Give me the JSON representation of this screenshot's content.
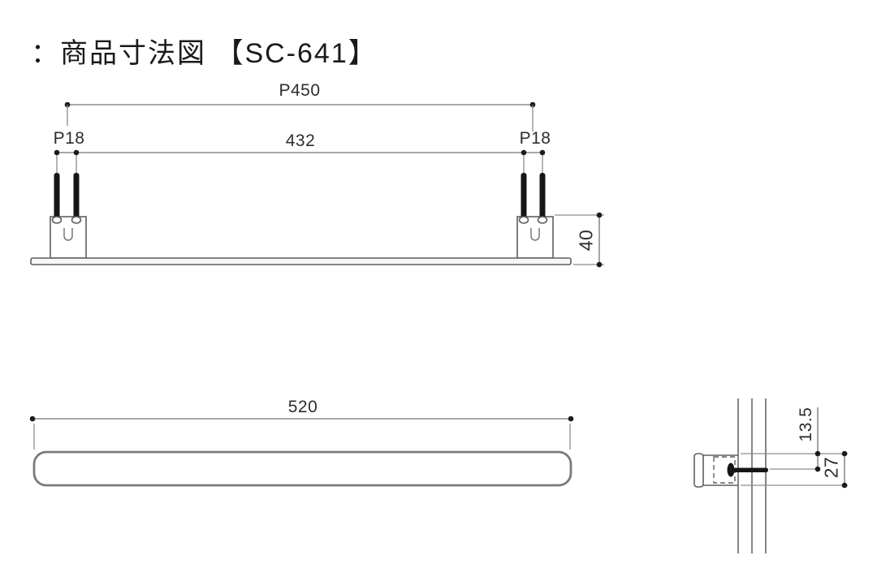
{
  "title": "：商品寸法図 【SC-641】",
  "product_code": "SC-641",
  "colors": {
    "background": "#ffffff",
    "text": "#2e2e2e",
    "dimension_line": "#8c8c8c",
    "outline": "#5f5f5f",
    "ink": "#161616"
  },
  "front_view": {
    "pitch_overall": "P450",
    "inner_span": "432",
    "pitch_left": "P18",
    "pitch_right": "P18",
    "height": "40"
  },
  "plan_view": {
    "overall_length": "520"
  },
  "section_view": {
    "screw_offset": "13.5",
    "depth": "27"
  }
}
